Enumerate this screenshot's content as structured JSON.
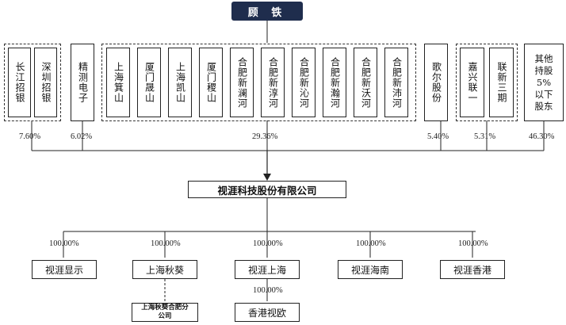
{
  "top": {
    "label": "顾 铁"
  },
  "shareholder_groups": [
    {
      "id": "g1",
      "members": [
        "长江招银",
        "深圳招银"
      ],
      "dashed": true,
      "pct": "7.60%"
    },
    {
      "id": "g2",
      "members": [
        "精测电子"
      ],
      "dashed": false,
      "pct": "6.02%"
    },
    {
      "id": "g3",
      "members": [
        "上海箕山",
        "厦门晟山",
        "上海凯山",
        "厦门稷山",
        "合肥新澜河",
        "合肥新淳河",
        "合肥新沁河",
        "合肥新瀚河",
        "合肥新沃河",
        "合肥新沛河"
      ],
      "dashed": true,
      "pct": "29.36%"
    },
    {
      "id": "g4",
      "members": [
        "歌尔股份"
      ],
      "dashed": false,
      "pct": "5.40%"
    },
    {
      "id": "g5",
      "members": [
        "嘉兴联一",
        "联新三期"
      ],
      "dashed": true,
      "pct": "5.31%"
    },
    {
      "id": "g6",
      "members": [
        "其他持股5%以下股东"
      ],
      "dashed": false,
      "pct": "46.30%"
    }
  ],
  "company": {
    "label": "视涯科技股份有限公司"
  },
  "subsidiaries": [
    {
      "label": "视涯显示",
      "pct": "100.00%"
    },
    {
      "label": "上海秋葵",
      "pct": "100.00%"
    },
    {
      "label": "视涯上海",
      "pct": "100.00%"
    },
    {
      "label": "视涯海南",
      "pct": "100.00%"
    },
    {
      "label": "视涯香港",
      "pct": "100.00%"
    }
  ],
  "branch": {
    "label": "上海秋葵合肥分公司"
  },
  "grandchild": {
    "label": "香港视欧",
    "pct": "100.00%"
  }
}
